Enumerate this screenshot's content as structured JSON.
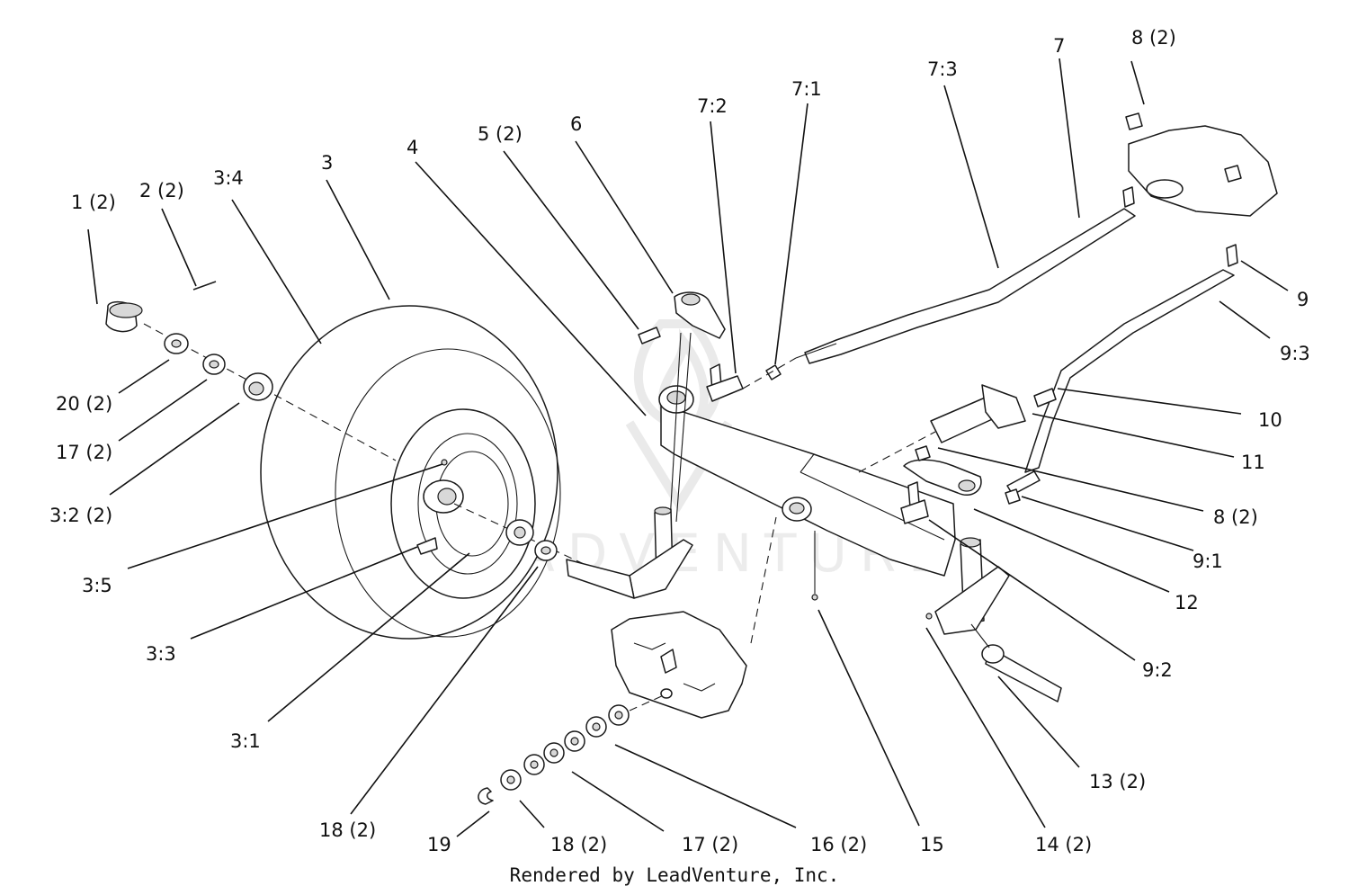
{
  "watermark": {
    "text": "LEADVENTURE"
  },
  "footer": {
    "text": "Rendered by LeadVenture, Inc."
  },
  "callouts": [
    {
      "id": "c1",
      "text": "1 (2)"
    },
    {
      "id": "c2",
      "text": "2 (2)"
    },
    {
      "id": "c34",
      "text": "3:4"
    },
    {
      "id": "c3",
      "text": "3"
    },
    {
      "id": "c4",
      "text": "4"
    },
    {
      "id": "c5",
      "text": "5 (2)"
    },
    {
      "id": "c6",
      "text": "6"
    },
    {
      "id": "c72",
      "text": "7:2"
    },
    {
      "id": "c71",
      "text": "7:1"
    },
    {
      "id": "c73",
      "text": "7:3"
    },
    {
      "id": "c7",
      "text": "7"
    },
    {
      "id": "c8a",
      "text": "8 (2)"
    },
    {
      "id": "c9",
      "text": "9"
    },
    {
      "id": "c93",
      "text": "9:3"
    },
    {
      "id": "c10",
      "text": "10"
    },
    {
      "id": "c11",
      "text": "11"
    },
    {
      "id": "c8b",
      "text": "8 (2)"
    },
    {
      "id": "c91",
      "text": "9:1"
    },
    {
      "id": "c12",
      "text": "12"
    },
    {
      "id": "c92",
      "text": "9:2"
    },
    {
      "id": "c13",
      "text": "13 (2)"
    },
    {
      "id": "c14",
      "text": "14 (2)"
    },
    {
      "id": "c15",
      "text": "15"
    },
    {
      "id": "c16",
      "text": "16 (2)"
    },
    {
      "id": "c17b",
      "text": "17 (2)"
    },
    {
      "id": "c18b",
      "text": "18 (2)"
    },
    {
      "id": "c19",
      "text": "19"
    },
    {
      "id": "c18a",
      "text": "18 (2)"
    },
    {
      "id": "c31",
      "text": "3:1"
    },
    {
      "id": "c33",
      "text": "3:3"
    },
    {
      "id": "c35",
      "text": "3:5"
    },
    {
      "id": "c32",
      "text": "3:2 (2)"
    },
    {
      "id": "c17a",
      "text": "17 (2)"
    },
    {
      "id": "c20",
      "text": "20 (2)"
    }
  ]
}
